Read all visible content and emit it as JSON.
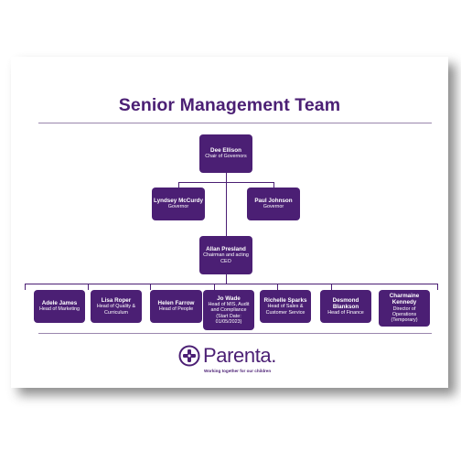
{
  "title": "Senior Management Team",
  "top": {
    "name": "Dee Ellison",
    "role": "Chair of Governors"
  },
  "governors": [
    {
      "name": "Lyndsey McCurdy",
      "role": "Governor"
    },
    {
      "name": "Paul Johnson",
      "role": "Governor"
    }
  ],
  "ceo": {
    "name": "Allan Presland",
    "role": "Chairman and acting CEO"
  },
  "heads": [
    {
      "name": "Adele James",
      "role": "Head of Marketing"
    },
    {
      "name": "Lisa Roper",
      "role": "Head of Quality & Curriculum"
    },
    {
      "name": "Helen Farrow",
      "role": "Head of People"
    },
    {
      "name": "Jo Wade",
      "role": "Head of MIS, Audit and Compliance (Start Date: 01/05/2023)"
    },
    {
      "name": "Richelle Sparks",
      "role": "Head of Sales & Customer Service"
    },
    {
      "name": "Desmond Blankson",
      "role": "Head of Finance"
    },
    {
      "name": "Charmaine Kennedy",
      "role": "Director of Operations (Temporary)"
    }
  ],
  "logo": {
    "wordmark": "Parenta.",
    "tagline": "Working together for our children",
    "icon": "parenta-logo-icon"
  },
  "colors": {
    "brand": "#4b1f74"
  }
}
